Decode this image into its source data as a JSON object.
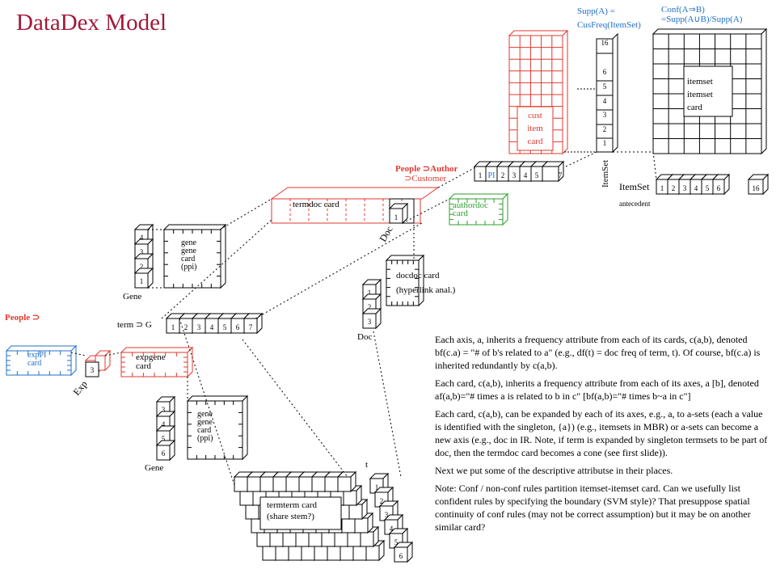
{
  "title": "DataDex Model",
  "colors": {
    "title": "#a01a3a",
    "red": "#e2382e",
    "blue": "#2170c8",
    "green": "#2c9e2c",
    "black": "#000000"
  },
  "top_right": {
    "supp_line1": "Supp(A) =",
    "supp_line2": "CusFreq(ItemSet)",
    "conf_line1": "Conf(A⇒B)",
    "conf_line2": "=Supp(A∪B)/Supp(A)",
    "itemset_axis_ticks": [
      "16",
      "6",
      "5",
      "4",
      "3",
      "2",
      "1"
    ],
    "itemset_axis_label": "ItemSet",
    "itemset_card_lines": [
      "itemset",
      "itemset",
      "card"
    ],
    "itemset_row_label": "ItemSet",
    "itemset_row_ticks": [
      "1",
      "2",
      "3",
      "4",
      "5",
      "6",
      "16"
    ],
    "antecedent_label": "antecedent",
    "cust_item_card_lines": [
      "cust",
      "item",
      "card"
    ]
  },
  "people_author": {
    "label_line1": "People ⊃Author",
    "label_line2": "⊃Customer",
    "axis_ticks": [
      "1",
      "2",
      "3",
      "4",
      "5",
      "7"
    ],
    "pi_label": "PI",
    "authordoc_lines": [
      "authordoc",
      "card"
    ]
  },
  "termdoc_label": "termdoc card",
  "doc_axis_label": "Doc",
  "doc_axis_tick": "1",
  "docdoc": {
    "line1": "docdoc card",
    "line2": "(hyperlink anal.)",
    "ticks": [
      "1",
      "2",
      "3"
    ],
    "axis_label": "Doc"
  },
  "gene_upper": {
    "ticks": [
      "4",
      "3",
      "2",
      "1"
    ],
    "axis_label": "Gene",
    "card_lines": [
      "gene",
      "gene",
      "card",
      "(ppi)"
    ]
  },
  "term_axis": {
    "label": "term ⊃ G",
    "ticks": [
      "1",
      "2",
      "3",
      "4",
      "5",
      "6",
      "7"
    ]
  },
  "people_left_label": "People ⊃",
  "exppi_lines": [
    "expPI",
    "card"
  ],
  "exp_axis": {
    "label": "Exp",
    "tick": "3"
  },
  "expgene_lines": [
    "expgene",
    "card"
  ],
  "gene_lower": {
    "ticks": [
      "3",
      "4",
      "5",
      "6"
    ],
    "axis_label": "Gene",
    "card_lines": [
      "gene",
      "gene",
      "card",
      "(ppi)"
    ]
  },
  "termterm": {
    "line1": "termterm card",
    "line2": "(share stem?)"
  },
  "t_axis": {
    "label": "t",
    "ticks": [
      "1",
      "2",
      "3",
      "4",
      "5",
      "6"
    ]
  },
  "notes": [
    "Each axis, a, inherits a frequency attribute from each of its cards, c(a,b), denoted bf(c.a) = \"# of b's related to a\" (e.g., df(t) = doc freq of term, t). Of course, bf(c.a) is inherited redundantly by c(a,b).",
    "Each card, c(a,b), inherits a frequency attribute from each of its axes, a [b], denoted af(a,b)=\"# times a is related to b in c\" [bf(a,b)=\"# times b~a in c\"]",
    "Each card, c(a,b), can be expanded by each of its axes, e.g., a, to a-sets (each a value is identified with the singleton, {a}) (e.g., itemsets in MBR) or a-sets can become a new axis (e.g., doc in IR. Note, if term is expanded by singleton termsets to be part of doc, then the termdoc card becomes a cone (see first slide)).",
    "Next we put some of the descriptive attributse in their places.",
    "Note: Conf / non-conf rules partition itemset-itemset card. Can we usefully list confident rules by specifying the boundary (SVM style)? That presuppose spatial continuity of conf rules (may not be correct assumption) but it may be on another similar card?"
  ]
}
